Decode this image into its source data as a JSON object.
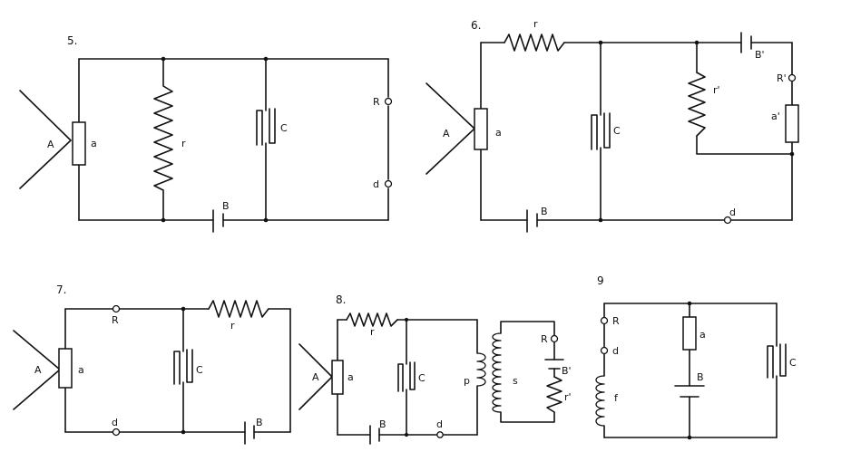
{
  "figures": [
    {
      "number": "5.",
      "labels": {
        "A": "A",
        "a": "a",
        "r": "r",
        "C": "C",
        "R": "R",
        "d": "d",
        "B": "B"
      }
    },
    {
      "number": "6.",
      "labels": {
        "A": "A",
        "a": "a",
        "r": "r",
        "C": "C",
        "B": "B",
        "d": "d",
        "r2": "r'",
        "B2": "B'",
        "R2": "R'",
        "a2": "a'"
      }
    },
    {
      "number": "7.",
      "labels": {
        "A": "A",
        "a": "a",
        "R": "R",
        "r": "r",
        "C": "C",
        "d": "d",
        "B": "B"
      }
    },
    {
      "number": "8.",
      "labels": {
        "A": "A",
        "a": "a",
        "r": "r",
        "C": "C",
        "B": "B",
        "d": "d",
        "p": "p",
        "s": "s",
        "R": "R",
        "B2": "B'",
        "r2": "r'"
      }
    },
    {
      "number": "9",
      "labels": {
        "R": "R",
        "d": "d",
        "f": "f",
        "a": "a",
        "B": "B",
        "C": "C"
      }
    }
  ]
}
